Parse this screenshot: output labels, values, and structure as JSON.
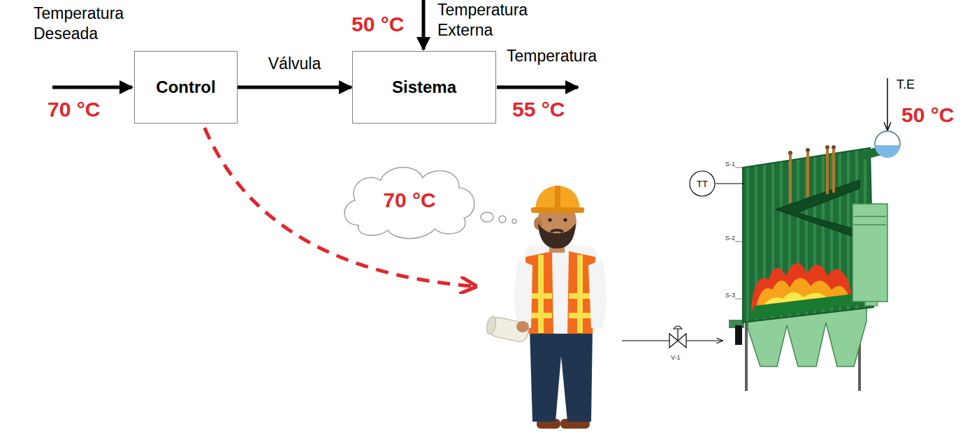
{
  "diagram": {
    "nodes": [
      {
        "text": [
          "Control"
        ]
      },
      {
        "text": [
          "Sistema"
        ]
      },
      {
        "text": [
          "70 °C"
        ]
      },
      {
        "text": [
          "TT"
        ]
      }
    ],
    "edges": [
      {
        "from": 0,
        "to": 1,
        "arrow": "to",
        "label": "Válvula"
      }
    ],
    "labels": [
      "Temperatura Deseada",
      "70 °C",
      "Temperatura Externa",
      "50 °C",
      "Temperatura",
      "55 °C",
      "T.E",
      "50 °C",
      "S-1",
      "S-2",
      "S-3",
      "V-1"
    ]
  }
}
